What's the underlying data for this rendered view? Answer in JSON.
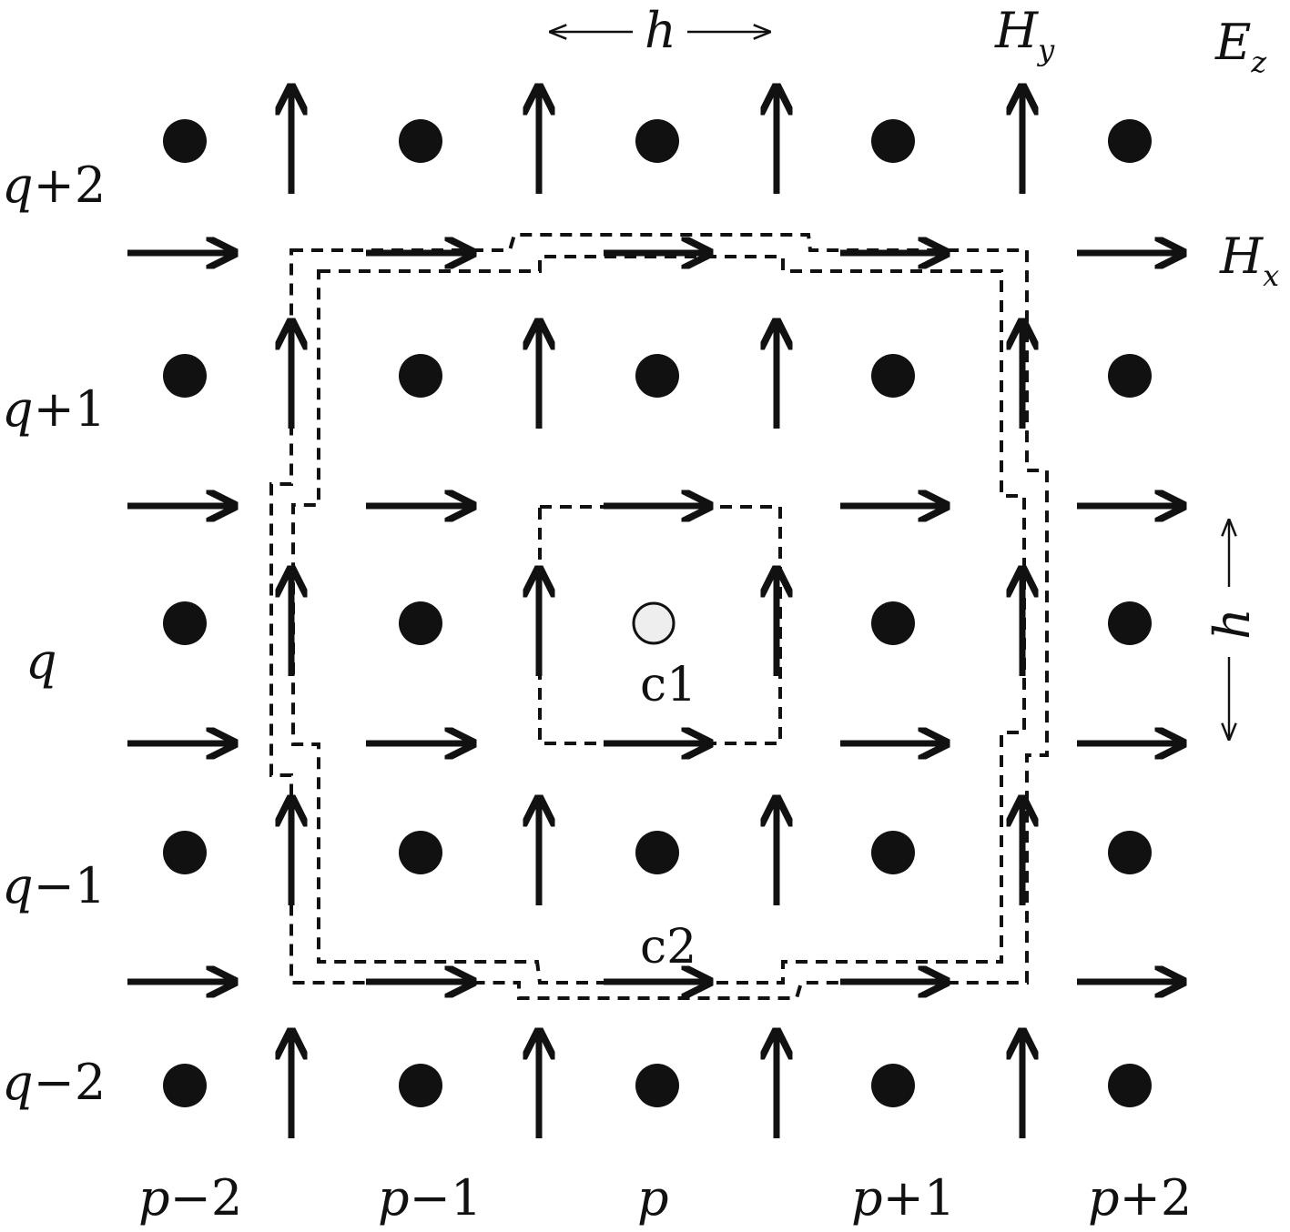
{
  "diagram": {
    "legend": {
      "ez": {
        "main": "E",
        "sub": "z"
      },
      "hy": {
        "main": "H",
        "sub": "y"
      },
      "hx": {
        "main": "H",
        "sub": "x"
      }
    },
    "spacing_label": "h",
    "row_labels": [
      {
        "main": "q",
        "op": "+",
        "num": "2"
      },
      {
        "main": "q",
        "op": "+",
        "num": "1"
      },
      {
        "main": "q",
        "op": "",
        "num": ""
      },
      {
        "main": "q",
        "op": "−",
        "num": "1"
      },
      {
        "main": "q",
        "op": "−",
        "num": "2"
      }
    ],
    "col_labels": [
      {
        "main": "p",
        "op": "−",
        "num": "2"
      },
      {
        "main": "p",
        "op": "−",
        "num": "1"
      },
      {
        "main": "p",
        "op": "",
        "num": ""
      },
      {
        "main": "p",
        "op": "+",
        "num": "1"
      },
      {
        "main": "p",
        "op": "+",
        "num": "2"
      }
    ],
    "contour_labels": {
      "c1": "c1",
      "c2": "c2"
    },
    "colors": {
      "ink": "#111111",
      "center_fill": "#eeeeee"
    }
  }
}
